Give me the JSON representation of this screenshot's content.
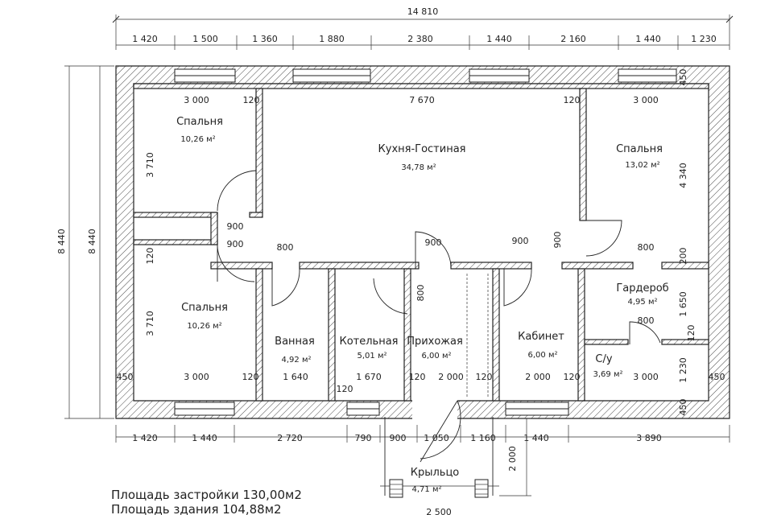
{
  "dimensions": {
    "overall_width": "14 810",
    "overall_height": "8 440",
    "overall_height_inner": "8 440",
    "top": [
      "1 420",
      "1 500",
      "1 360",
      "1 880",
      "2 380",
      "1 440",
      "2 160",
      "1 440",
      "1 230"
    ],
    "bottom": [
      "1 420",
      "1 440",
      "2 720",
      "790",
      "900",
      "1 050",
      "1 160",
      "1 440",
      "3 890"
    ],
    "porch_width": "2 500",
    "porch_height": "2 000",
    "left_upper": "3 710",
    "left_mid": "120",
    "left_lower": "3 710",
    "right_upper": "4 340",
    "right_mid1": "200",
    "right_mid2": "1 650",
    "right_mid3": "120",
    "right_mid4": "1 230",
    "right_top": "450",
    "right_bottom": "450",
    "edge_left": "450",
    "edge_right": "450",
    "inner_top": [
      "3 000",
      "120",
      "7 670",
      "120",
      "3 000"
    ],
    "inner_bottom": [
      "3 000",
      "120",
      "1 640",
      "1 670",
      "120",
      "2 000",
      "120",
      "2 000",
      "120",
      "3 000"
    ],
    "inner_bottom_120": "120",
    "openings": [
      "900",
      "900",
      "800",
      "900",
      "900",
      "900",
      "800",
      "800",
      "800"
    ]
  },
  "rooms": [
    {
      "name": "Спальня",
      "area": "10,26 м²"
    },
    {
      "name": "Кухня-Гостиная",
      "area": "34,78 м²"
    },
    {
      "name": "Спальня",
      "area": "13,02 м²"
    },
    {
      "name": "Спальня",
      "area": "10,26 м²"
    },
    {
      "name": "Ванная",
      "area": "4,92 м²"
    },
    {
      "name": "Котельная",
      "area": "5,01 м²"
    },
    {
      "name": "Прихожая",
      "area": "6,00 м²"
    },
    {
      "name": "Кабинет",
      "area": "6,00 м²"
    },
    {
      "name": "Гардероб",
      "area": "4,95 м²"
    },
    {
      "name": "С/у",
      "area": "3,69 м²"
    },
    {
      "name": "Крыльцо",
      "area": "4,71 м²"
    }
  ],
  "footer": {
    "line1": "Площадь застройки 130,00м2",
    "line2": "Площадь здания 104,88м2"
  }
}
